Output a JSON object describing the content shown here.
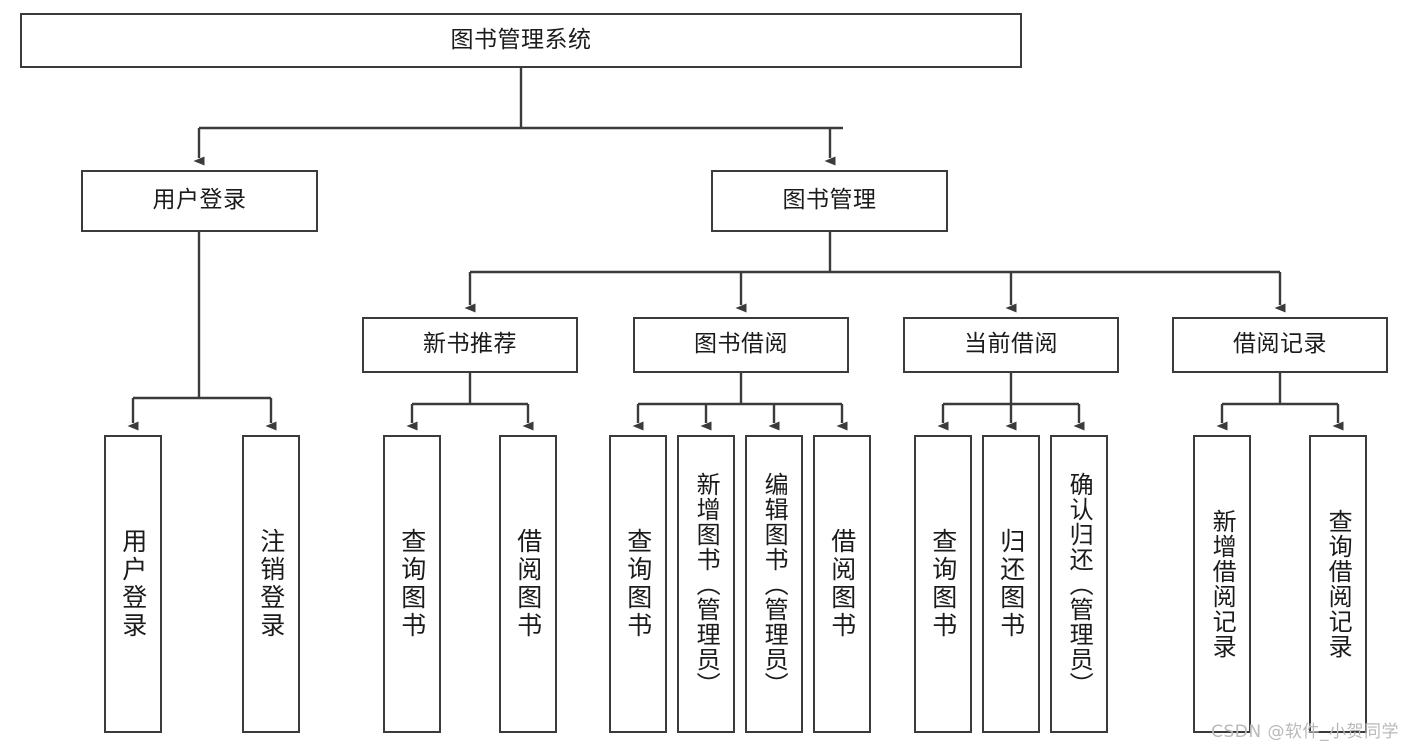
{
  "diagram": {
    "title": "图书管理系统",
    "type": "tree",
    "root": {
      "id": "root",
      "label": "图书管理系统"
    },
    "level2": [
      {
        "id": "user-login",
        "label": "用户登录"
      },
      {
        "id": "book-manage",
        "label": "图书管理"
      }
    ],
    "level3": [
      {
        "id": "new-book-rec",
        "label": "新书推荐",
        "parent": "book-manage"
      },
      {
        "id": "book-borrow",
        "label": "图书借阅",
        "parent": "book-manage"
      },
      {
        "id": "current-borrow",
        "label": "当前借阅",
        "parent": "book-manage"
      },
      {
        "id": "borrow-record",
        "label": "借阅记录",
        "parent": "book-manage"
      }
    ],
    "leaves": [
      {
        "id": "leaf-user-login",
        "label": "用户登录",
        "parent": "user-login"
      },
      {
        "id": "leaf-logout",
        "label": "注销登录",
        "parent": "user-login"
      },
      {
        "id": "leaf-query-book-1",
        "label": "查询图书",
        "parent": "new-book-rec"
      },
      {
        "id": "leaf-borrow-book-1",
        "label": "借阅图书",
        "parent": "new-book-rec"
      },
      {
        "id": "leaf-query-book-2",
        "label": "查询图书",
        "parent": "book-borrow"
      },
      {
        "id": "leaf-add-book",
        "label": "新增图书（管理员）",
        "parent": "book-borrow"
      },
      {
        "id": "leaf-edit-book",
        "label": "编辑图书（管理员）",
        "parent": "book-borrow"
      },
      {
        "id": "leaf-borrow-book-2",
        "label": "借阅图书",
        "parent": "book-borrow"
      },
      {
        "id": "leaf-query-book-3",
        "label": "查询图书",
        "parent": "current-borrow"
      },
      {
        "id": "leaf-return-book",
        "label": "归还图书",
        "parent": "current-borrow"
      },
      {
        "id": "leaf-confirm-return",
        "label": "确认归还（管理员）",
        "parent": "current-borrow"
      },
      {
        "id": "leaf-add-record",
        "label": "新增借阅记录",
        "parent": "borrow-record"
      },
      {
        "id": "leaf-query-record",
        "label": "查询借阅记录",
        "parent": "borrow-record"
      }
    ]
  },
  "watermark": {
    "text": "CSDN @软件_小贺同学"
  },
  "colors": {
    "stroke": "#3b3b3b",
    "text": "#1b1b1b",
    "background": "#ffffff",
    "watermark": "#b9b9b9"
  }
}
